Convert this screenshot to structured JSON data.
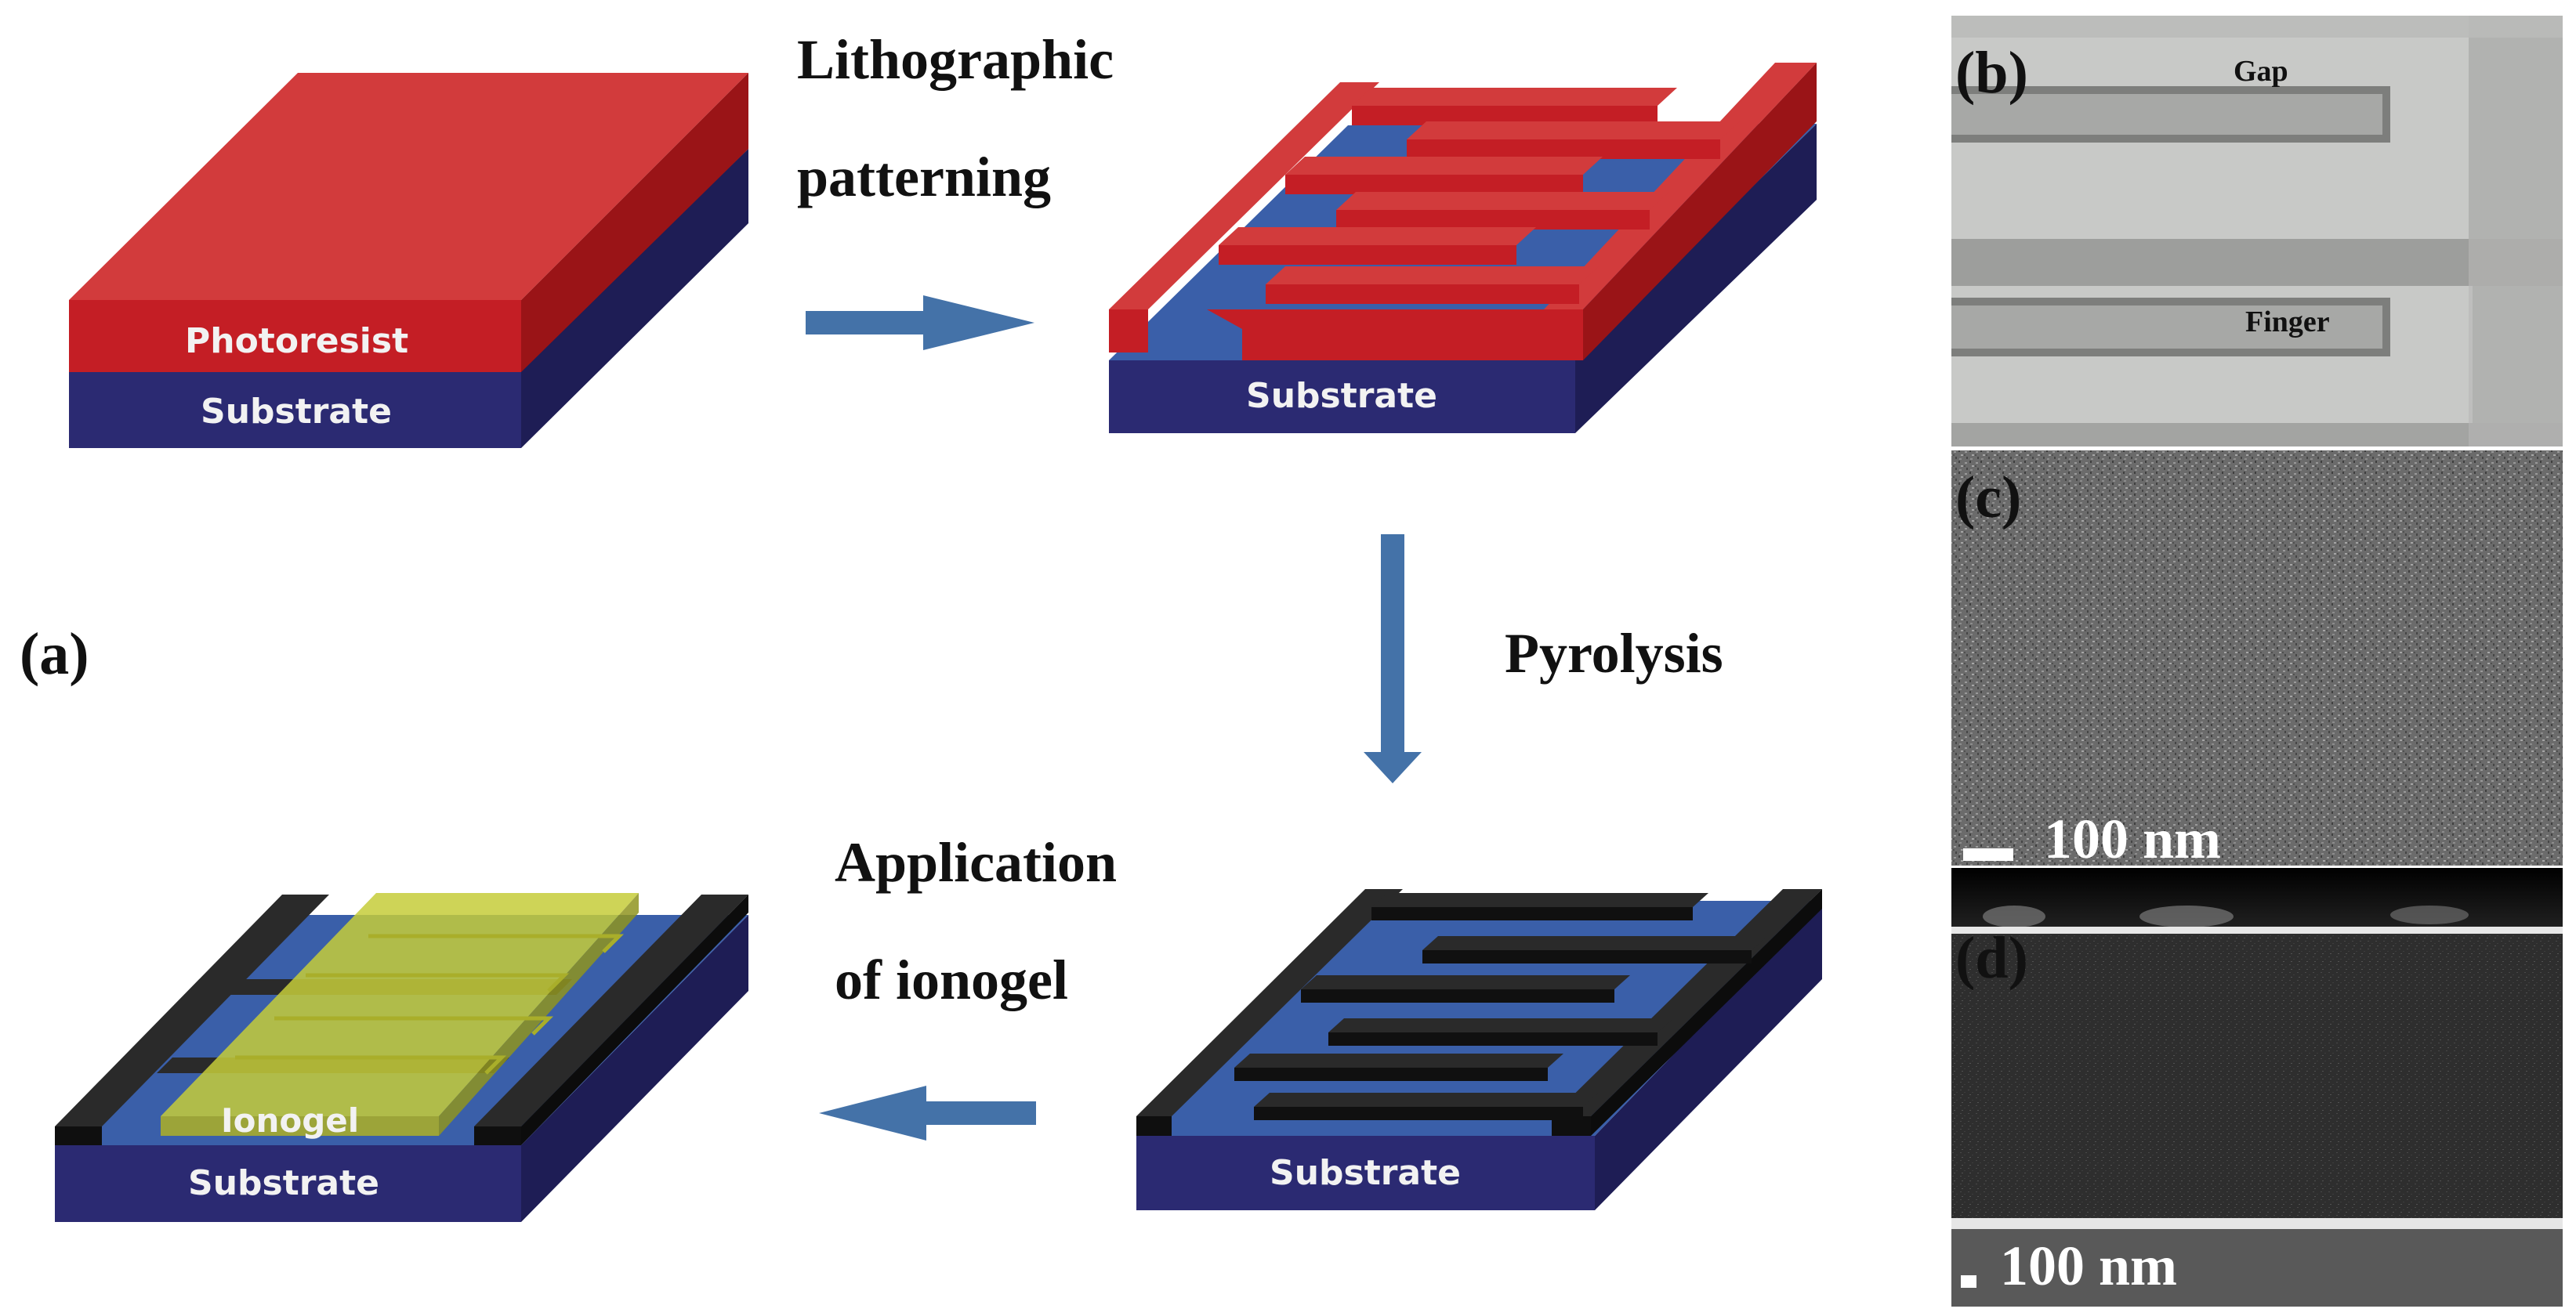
{
  "labels": {
    "step1_line1": "Lithographic",
    "step1_line2": "patterning",
    "step2": "Pyrolysis",
    "step3_line1": "Application",
    "step3_line2": "of ionogel"
  },
  "layers": {
    "photoresist": "Photoresist",
    "substrate": "Substrate",
    "ionogel": "Ionogel"
  },
  "panels": {
    "a": "(a)",
    "b": "(b)",
    "c": "(c)",
    "d": "(d)"
  },
  "sem": {
    "gap": "Gap",
    "finger": "Finger",
    "scale_c": "100 nm",
    "scale_d": "100 nm"
  },
  "colors": {
    "photoresist_front": "#c41e25",
    "photoresist_top": "#d23b3c",
    "substrate_front": "#2b2a72",
    "substrate_top": "#3a5fa9",
    "carbon": "#1c1c1c",
    "ionogel": "#c6cc3a",
    "arrow": "#4472a8"
  }
}
